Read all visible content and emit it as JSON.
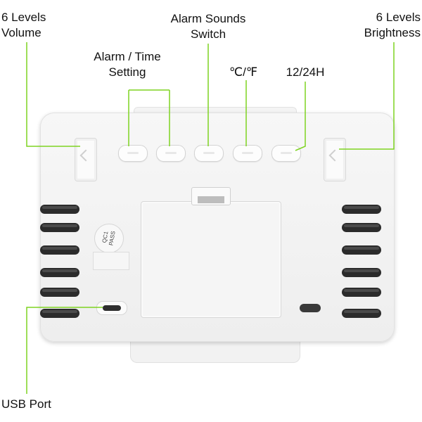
{
  "callouts": {
    "volume": "6 Levels\nVolume",
    "alarm_time": "Alarm / Time\nSetting",
    "alarm_sounds": "Alarm Sounds\nSwitch",
    "temp_unit": "℃/℉",
    "hour_mode": "12/24H",
    "brightness": "6 Levels\nBrightness",
    "usb": "USB Port"
  },
  "sticker": {
    "line1": "QC1",
    "line2": "PASS"
  },
  "colors": {
    "callout_line": "#7ed321",
    "vent": "#2b2b2b",
    "device": "#f2f2f2"
  }
}
